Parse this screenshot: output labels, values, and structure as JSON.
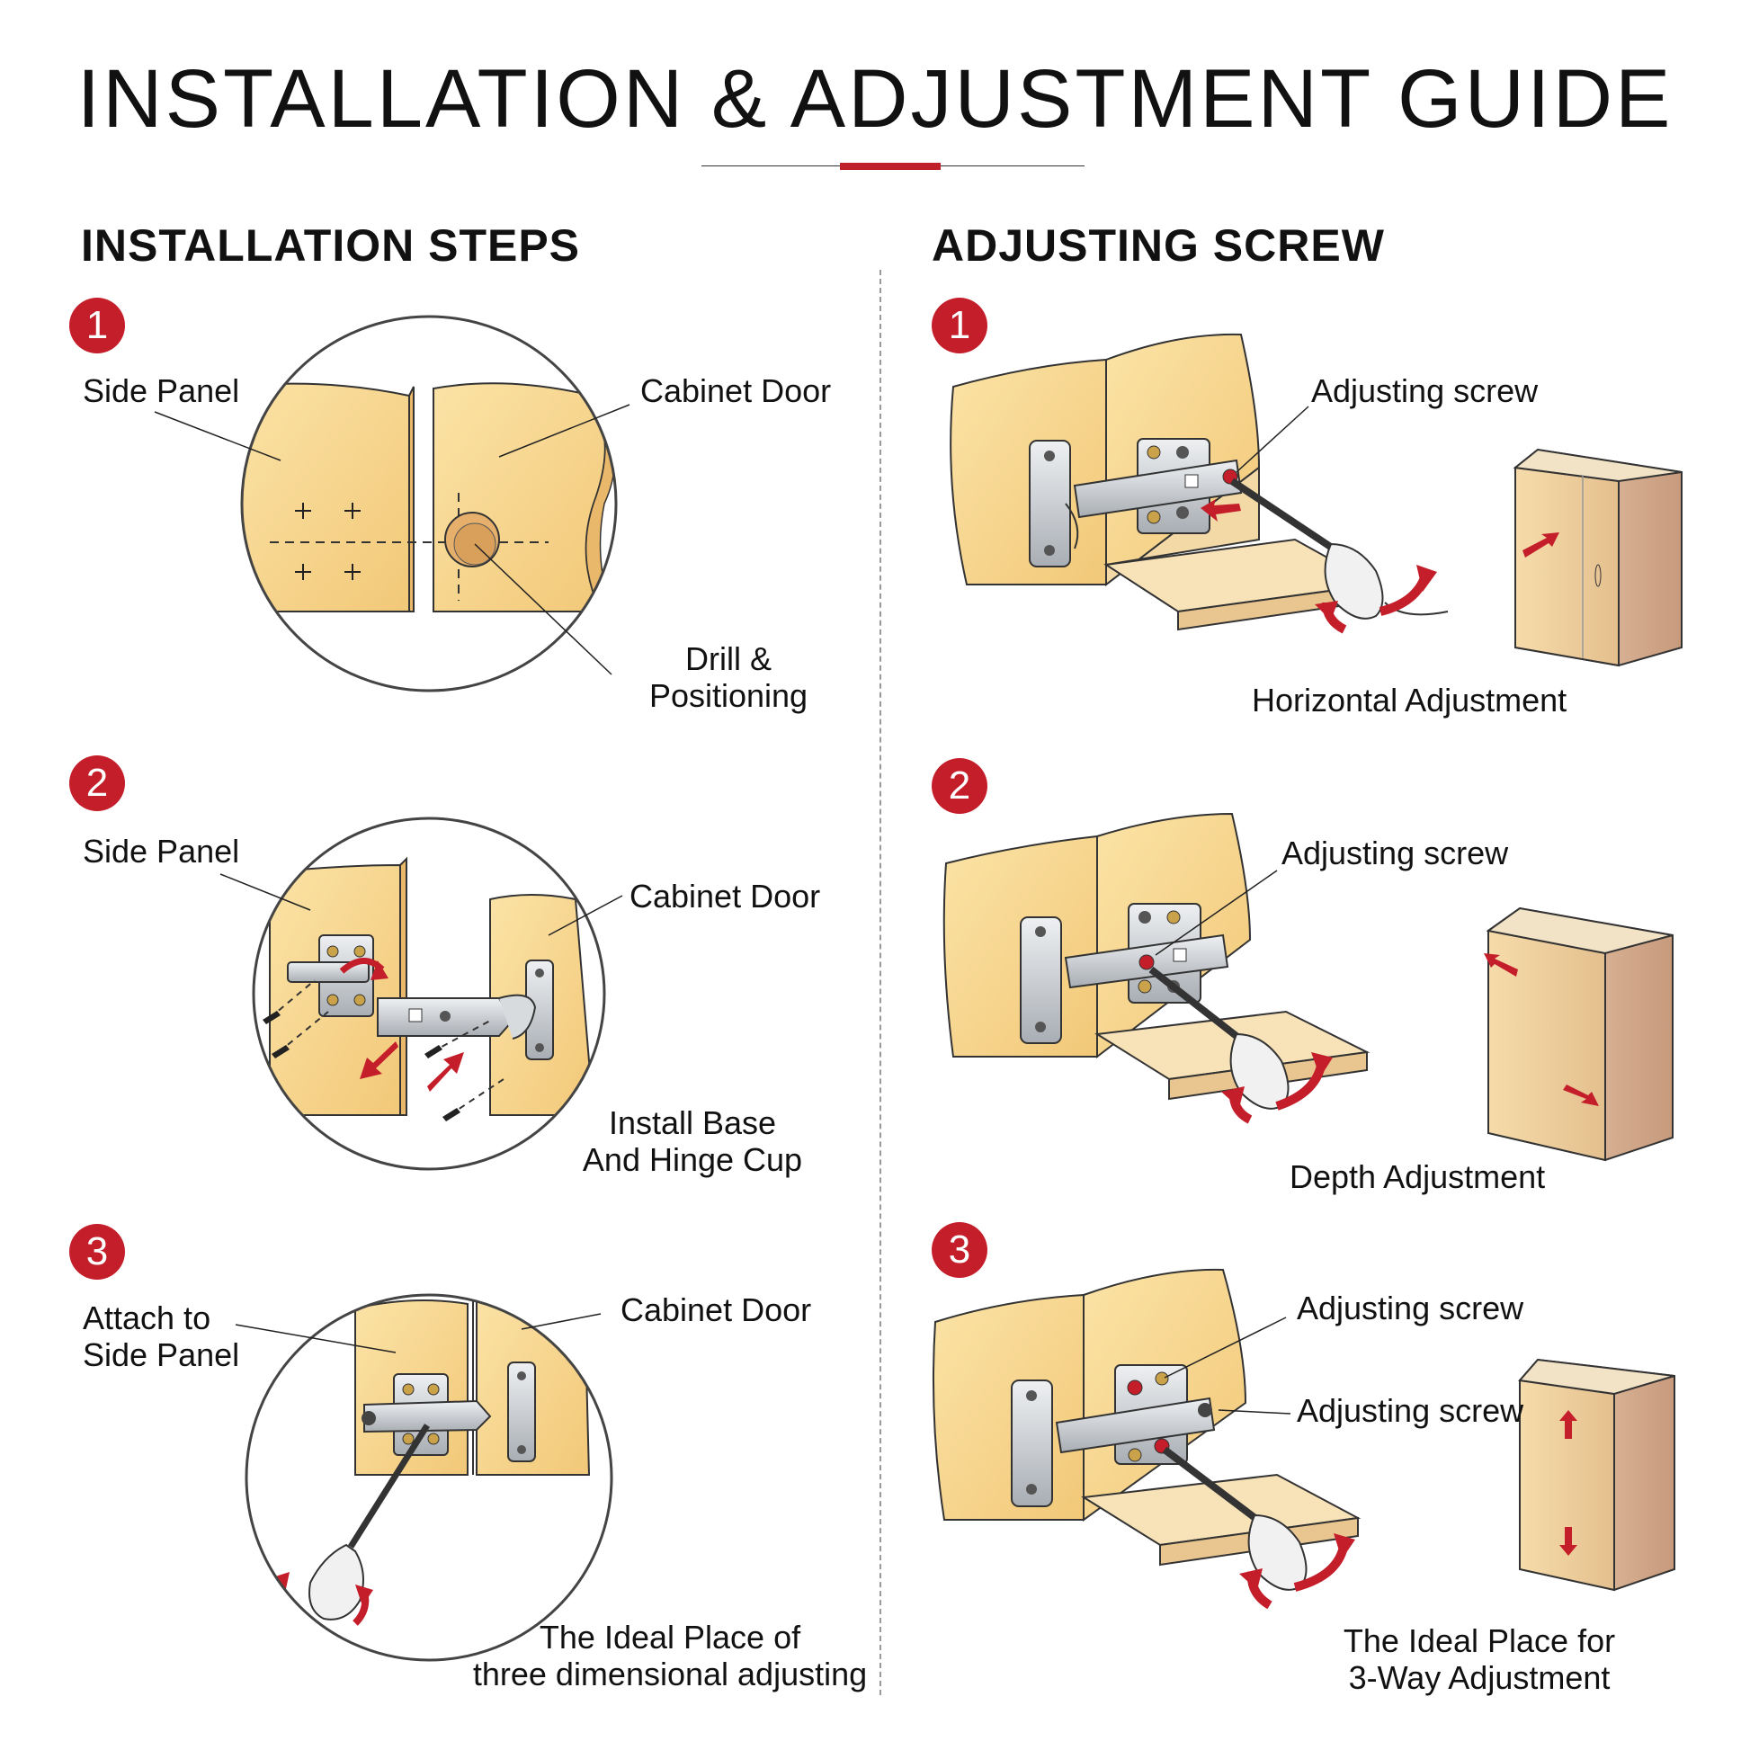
{
  "title": "INSTALLATION & ADJUSTMENT GUIDE",
  "colors": {
    "accent": "#c41e2a",
    "wood": "#f7d68f",
    "wood_edge": "#e9b86a",
    "metal": "#c9cdd2"
  },
  "installation": {
    "heading": "INSTALLATION STEPS",
    "steps": [
      {
        "number": "1",
        "label_side": "Side Panel",
        "label_door": "Cabinet Door",
        "caption_line1": "Drill &",
        "caption_line2": "Positioning"
      },
      {
        "number": "2",
        "label_side": "Side Panel",
        "label_door": "Cabinet Door",
        "caption_line1": "Install Base",
        "caption_line2": "And Hinge Cup"
      },
      {
        "number": "3",
        "label_side_line1": "Attach to",
        "label_side_line2": "Side Panel",
        "label_door": "Cabinet Door",
        "caption_line1": "The Ideal Place of",
        "caption_line2": "three dimensional adjusting"
      }
    ]
  },
  "adjusting": {
    "heading": "ADJUSTING SCREW",
    "steps": [
      {
        "number": "1",
        "screw_label": "Adjusting screw",
        "caption": "Horizontal Adjustment"
      },
      {
        "number": "2",
        "screw_label": "Adjusting screw",
        "caption": "Depth Adjustment"
      },
      {
        "number": "3",
        "screw_label_a": "Adjusting screw",
        "screw_label_b": "Adjusting screw",
        "caption_line1": "The Ideal Place for",
        "caption_line2": "3-Way Adjustment"
      }
    ]
  }
}
